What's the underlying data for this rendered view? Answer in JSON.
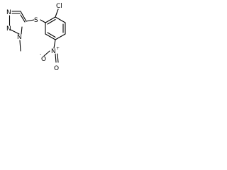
{
  "molecule": {
    "atoms": {
      "n_triazole_1": "N",
      "n_triazole_2": "N",
      "n_triazole_4": "N",
      "sulfur": "S",
      "chlorine": "Cl",
      "nitro_nitrogen": "N",
      "nitro_oxygen_1": "O",
      "nitro_oxygen_2": "O"
    },
    "charges": {
      "nitro_nitrogen_plus": "+",
      "nitro_oxygen_minus": "-"
    }
  }
}
